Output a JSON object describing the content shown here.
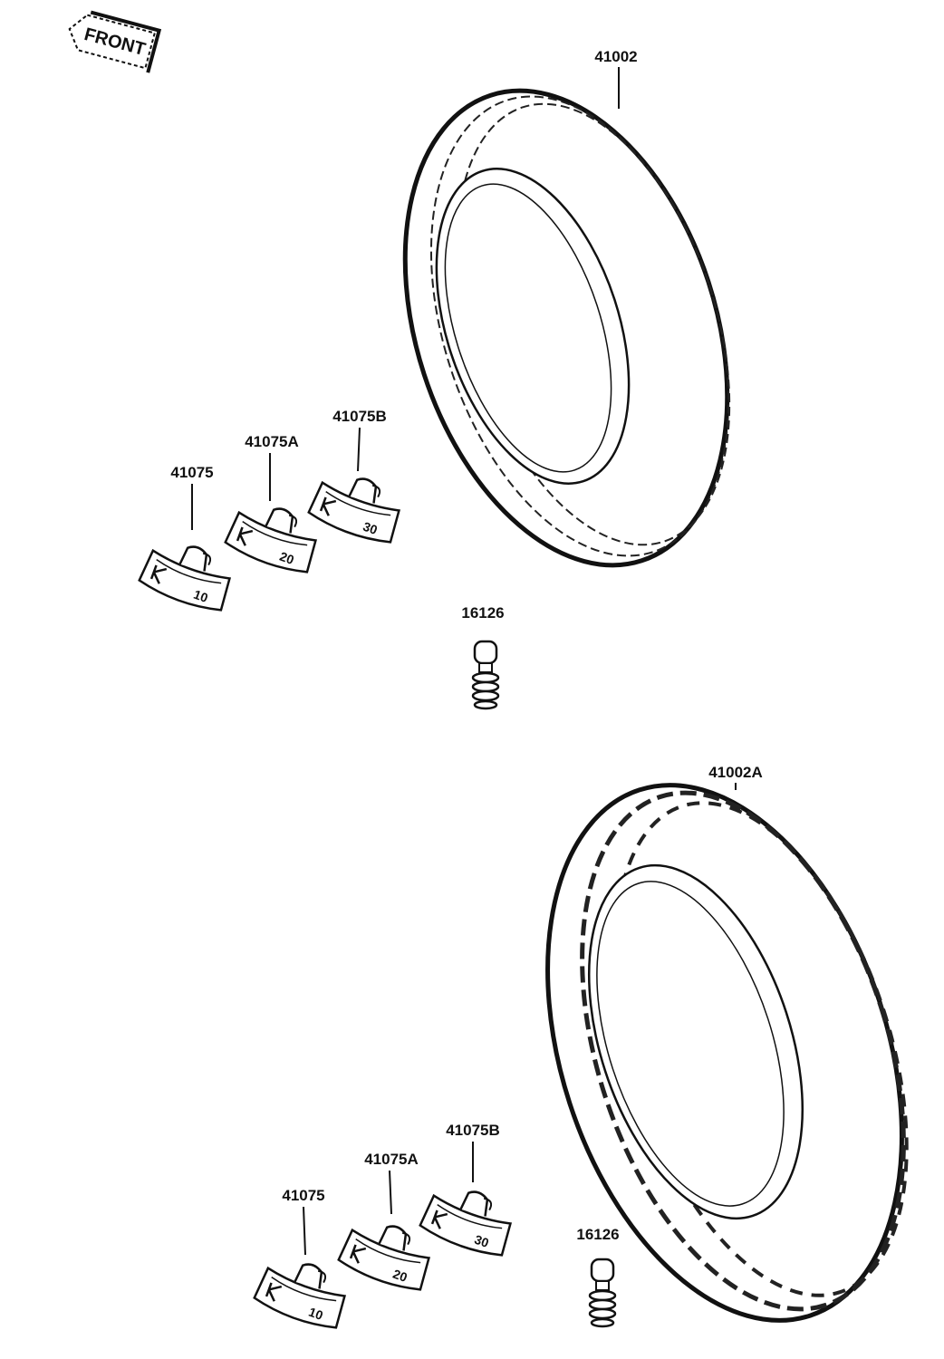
{
  "front_marker": {
    "label": "FRONT"
  },
  "upper_set": {
    "tire": {
      "part_no": "41002"
    },
    "weights": [
      {
        "part_no": "41075",
        "mark": "10"
      },
      {
        "part_no": "41075A",
        "mark": "20"
      },
      {
        "part_no": "41075B",
        "mark": "30"
      }
    ],
    "valve": {
      "part_no": "16126"
    }
  },
  "lower_set": {
    "tire": {
      "part_no": "41002A"
    },
    "weights": [
      {
        "part_no": "41075",
        "mark": "10"
      },
      {
        "part_no": "41075A",
        "mark": "20"
      },
      {
        "part_no": "41075B",
        "mark": "30"
      }
    ],
    "valve": {
      "part_no": "16126"
    }
  }
}
